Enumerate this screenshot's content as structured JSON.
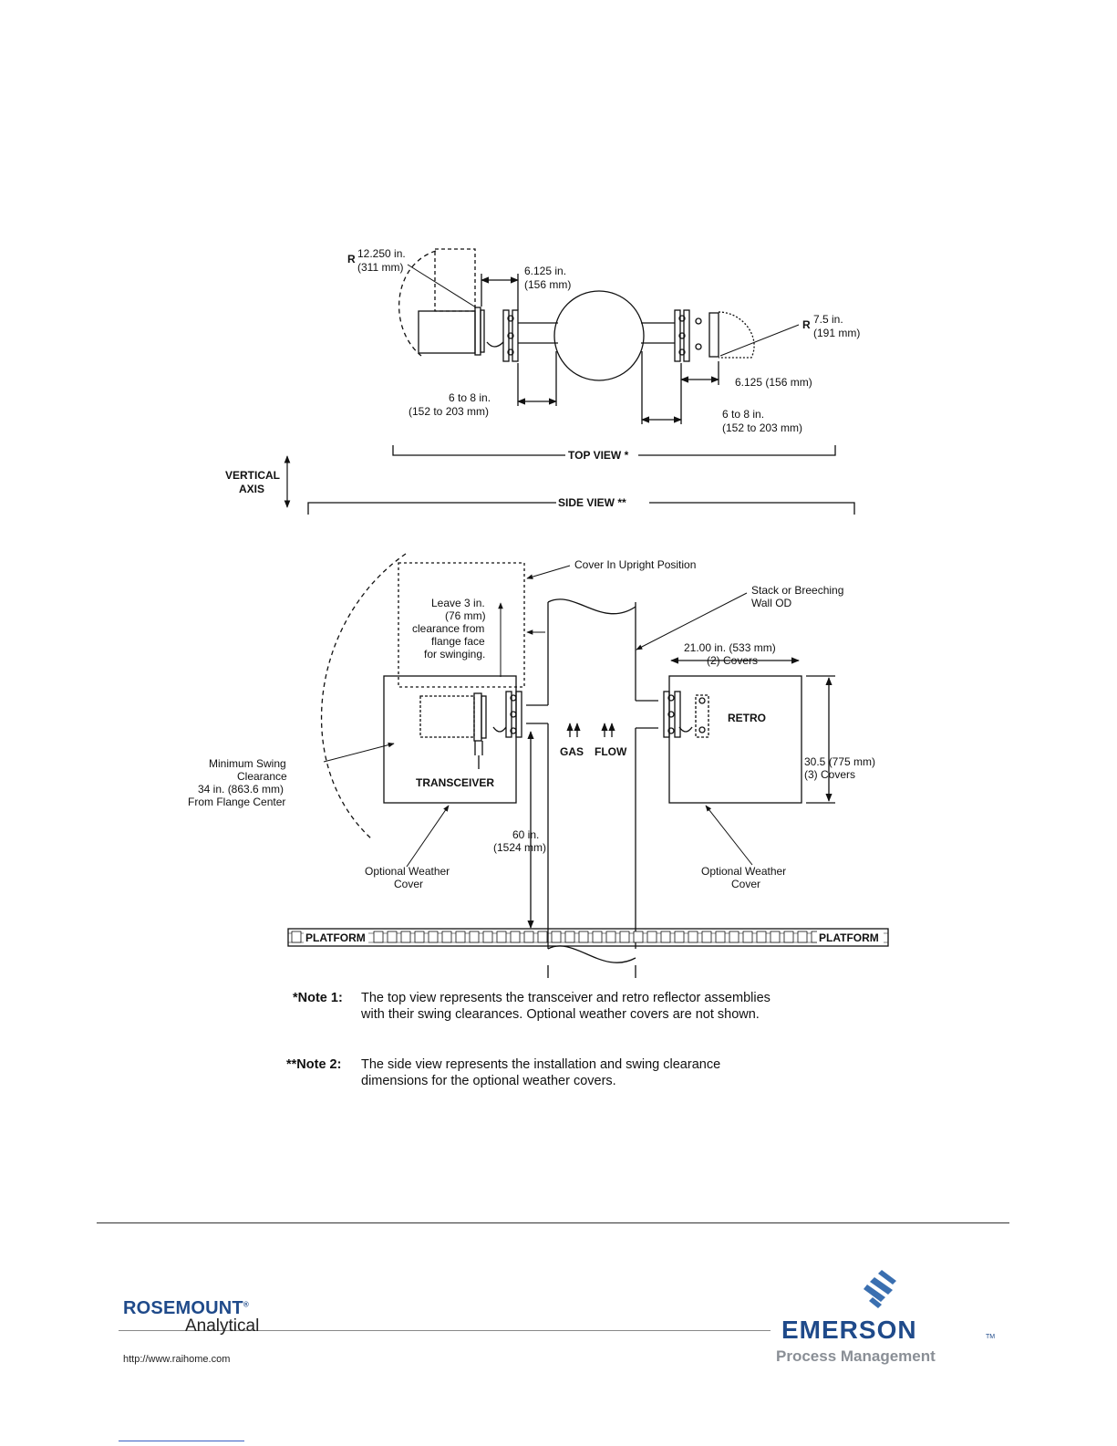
{
  "top_view": {
    "r_left": "R",
    "r_left_in": "12.250 in.",
    "r_left_mm": "(311 mm)",
    "dim_left_in": "6.125 in.",
    "dim_left_mm": "(156 mm)",
    "r_right": "R",
    "r_right_in": "7.5 in.",
    "r_right_mm": "(191 mm)",
    "dim_right": "6.125 (156 mm)",
    "gap_left_in": "6 to 8 in.",
    "gap_left_mm": "(152 to 203 mm)",
    "gap_right_in": "6 to 8 in.",
    "gap_right_mm": "(152 to 203 mm)",
    "caption": "TOP VIEW *"
  },
  "vertical_axis": {
    "line1": "VERTICAL",
    "line2": "AXIS"
  },
  "side_view": {
    "caption": "SIDE VIEW **",
    "cover_upright": "Cover In Upright Position",
    "stack_line1": "Stack or Breeching",
    "stack_line2": "Wall OD",
    "leave_lines": [
      "Leave 3 in.",
      "(76 mm)",
      "clearance from",
      "flange face",
      "for swinging."
    ],
    "width_in": "21.00 in. (533 mm)",
    "width_covers": "(2) Covers",
    "retro": "RETRO",
    "transceiver": "TRANSCEIVER",
    "gas": "GAS",
    "flow": "FLOW",
    "height_mm": "30.5 (775 mm)",
    "height_covers": "(3) Covers",
    "swing_lines": [
      "Minimum Swing",
      "Clearance",
      "34 in. (863.6 mm)",
      "From Flange Center"
    ],
    "platform_height_in": "60 in.",
    "platform_height_mm": "(1524 mm)",
    "weather_left_1": "Optional Weather",
    "weather_left_2": "Cover",
    "weather_right_1": "Optional Weather",
    "weather_right_2": "Cover",
    "platform_left": "PLATFORM",
    "platform_right": "PLATFORM"
  },
  "notes": [
    {
      "tag": "*Note 1:",
      "line1": "The top view represents the transceiver and retro reflector assemblies",
      "line2": "with their swing clearances. Optional weather covers are not shown."
    },
    {
      "tag": "**Note 2:",
      "line1": "The side view represents the installation and swing clearance",
      "line2": "dimensions for the optional weather covers."
    }
  ],
  "footer": {
    "rosemount": "ROSEMOUNT",
    "rosemount_mark": "®",
    "analytical": "Analytical",
    "url": "http://www.raihome.com",
    "emerson": "EMERSON",
    "emerson_mark": "TM",
    "process": "Process Management"
  },
  "colors": {
    "brand_blue": "#1f4a8a",
    "gray": "#8a8f96"
  }
}
